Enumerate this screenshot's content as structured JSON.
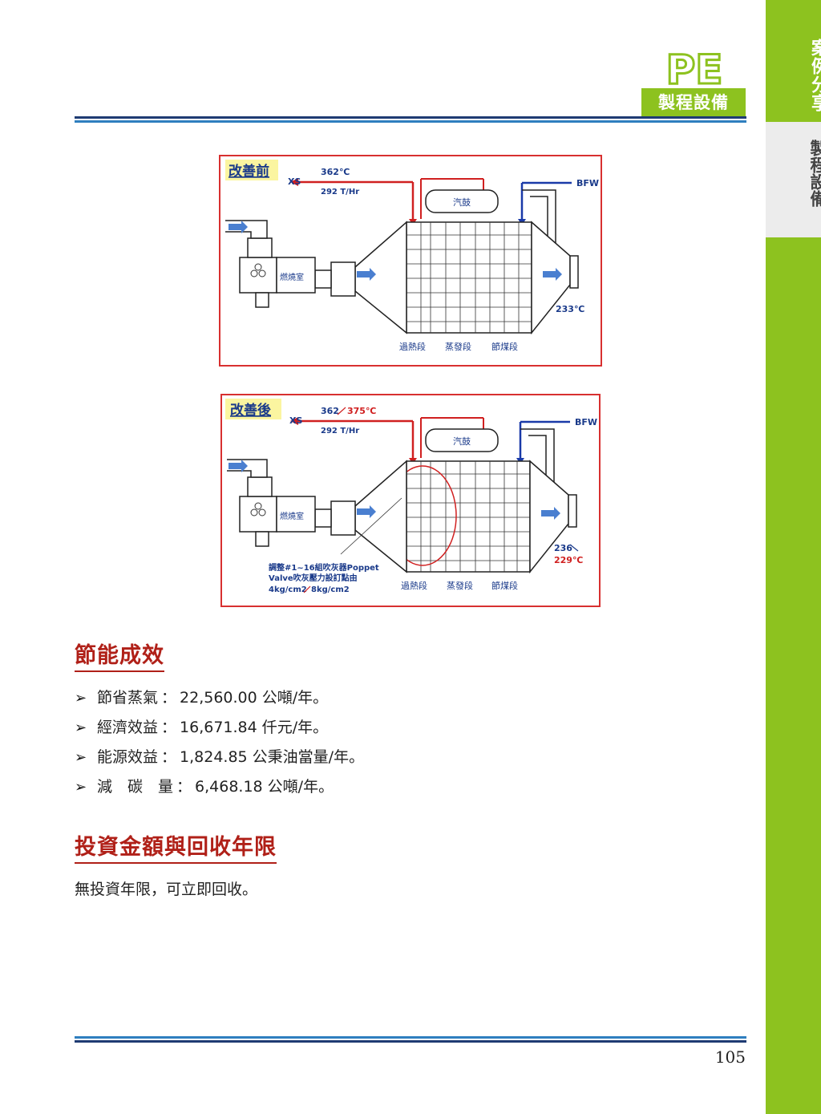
{
  "sidebar": {
    "active_tab": "案例分享",
    "inactive_tab": "製程設備",
    "color": "#8dc21f"
  },
  "header": {
    "logo_text": "PE",
    "category": "製程設備"
  },
  "diagram_before": {
    "title": "改善前",
    "xs_label": "XS",
    "temp": "362℃",
    "flow": "292 T/Hr",
    "drum": "汽鼓",
    "bfw": "BFW",
    "burner": "燃燒室",
    "outlet_temp": "233℃",
    "sections": [
      "過熱段",
      "蒸發段",
      "節煤段"
    ]
  },
  "diagram_after": {
    "title": "改善後",
    "xs_label": "XS",
    "temp_old": "362",
    "temp_new": "375℃",
    "flow": "292 T/Hr",
    "drum": "汽鼓",
    "bfw": "BFW",
    "burner": "燃燒室",
    "outlet_temp_old": "236",
    "outlet_temp_new": "229℃",
    "note_line1": "調整#1~16組吹灰器Poppet",
    "note_line2": "Valve吹灰壓力設訂點由",
    "note_line3_a": "4kg/cm2",
    "note_line3_b": "8kg/cm2",
    "sections": [
      "過熱段",
      "蒸發段",
      "節煤段"
    ]
  },
  "section1": {
    "title": "節能成效",
    "items": [
      {
        "label": "節省蒸氣",
        "value": "22,560.00 公噸/年。"
      },
      {
        "label": "經濟效益",
        "value": "16,671.84 仟元/年。"
      },
      {
        "label": "能源效益",
        "value": "1,824.85 公秉油當量/年。"
      },
      {
        "label": "減　碳　量",
        "value": "6,468.18 公噸/年。"
      }
    ]
  },
  "section2": {
    "title": "投資金額與回收年限",
    "text": "無投資年限，可立即回收。"
  },
  "page_number": "105"
}
